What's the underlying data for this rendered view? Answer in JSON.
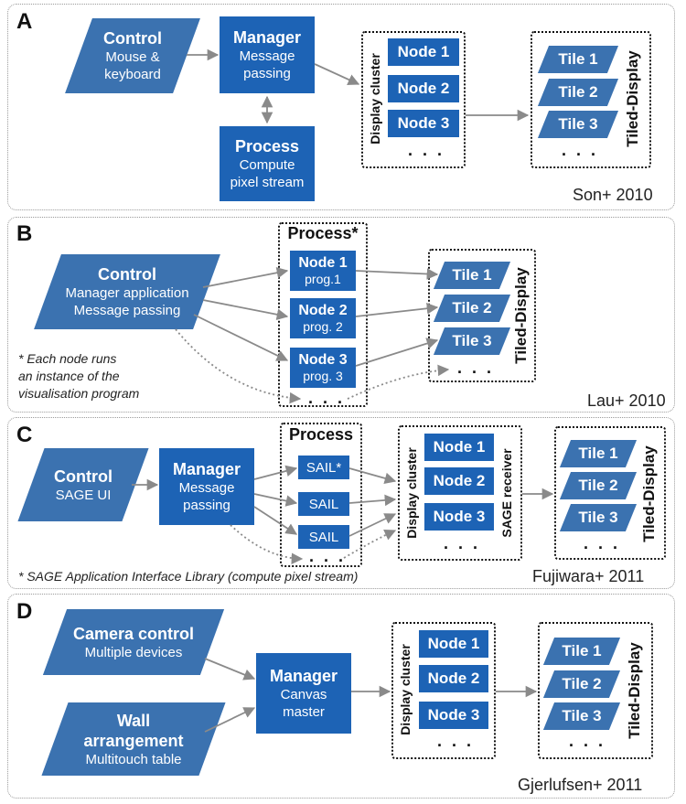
{
  "panelA": {
    "label": "A",
    "citation": "Son+ 2010",
    "control": {
      "title": "Control",
      "line1": "Mouse &",
      "line2": "keyboard"
    },
    "manager": {
      "title": "Manager",
      "line1": "Message",
      "line2": "passing"
    },
    "process": {
      "title": "Process",
      "line1": "Compute",
      "line2": "pixel stream"
    },
    "cluster_label": "Display cluster",
    "nodes": [
      "Node 1",
      "Node 2",
      "Node 3"
    ],
    "display_label": "Tiled-Display",
    "tiles": [
      "Tile 1",
      "Tile 2",
      "Tile 3"
    ],
    "ellipsis": ". . ."
  },
  "panelB": {
    "label": "B",
    "citation": "Lau+ 2010",
    "control": {
      "title": "Control",
      "line1": "Manager application",
      "line2": "Message passing"
    },
    "process_title": "Process*",
    "nodes": [
      {
        "name": "Node 1",
        "prog": "prog.1"
      },
      {
        "name": "Node 2",
        "prog": "prog. 2"
      },
      {
        "name": "Node 3",
        "prog": "prog. 3"
      }
    ],
    "display_label": "Tiled-Display",
    "tiles": [
      "Tile 1",
      "Tile 2",
      "Tile 3"
    ],
    "note": [
      "* Each node runs",
      "an instance of the",
      "visualisation program"
    ],
    "ellipsis": ". . ."
  },
  "panelC": {
    "label": "C",
    "citation": "Fujiwara+ 2011",
    "control": {
      "title": "Control",
      "line1": "SAGE UI"
    },
    "manager": {
      "title": "Manager",
      "line1": "Message",
      "line2": "passing"
    },
    "process_title": "Process",
    "sails": [
      "SAIL*",
      "SAIL",
      "SAIL"
    ],
    "cluster_label": "Display cluster",
    "receiver_label": "SAGE receiver",
    "nodes": [
      "Node 1",
      "Node 2",
      "Node 3"
    ],
    "display_label": "Tiled-Display",
    "tiles": [
      "Tile 1",
      "Tile 2",
      "Tile 3"
    ],
    "note": "* SAGE Application Interface Library (compute pixel stream)",
    "ellipsis": ". . ."
  },
  "panelD": {
    "label": "D",
    "citation": "Gjerlufsen+ 2011",
    "camera": {
      "title": "Camera control",
      "line1": "Multiple devices"
    },
    "wall": {
      "title1": "Wall",
      "title2": "arrangement",
      "line1": "Multitouch table"
    },
    "manager": {
      "title": "Manager",
      "line1": "Canvas",
      "line2": "master"
    },
    "cluster_label": "Display cluster",
    "nodes": [
      "Node 1",
      "Node 2",
      "Node 3"
    ],
    "display_label": "Tiled-Display",
    "tiles": [
      "Tile 1",
      "Tile 2",
      "Tile 3"
    ],
    "ellipsis": ". . ."
  },
  "colors": {
    "block": "#1d63b5",
    "parallelogram": "#3b72b0",
    "arrow": "#8a8a8a"
  }
}
